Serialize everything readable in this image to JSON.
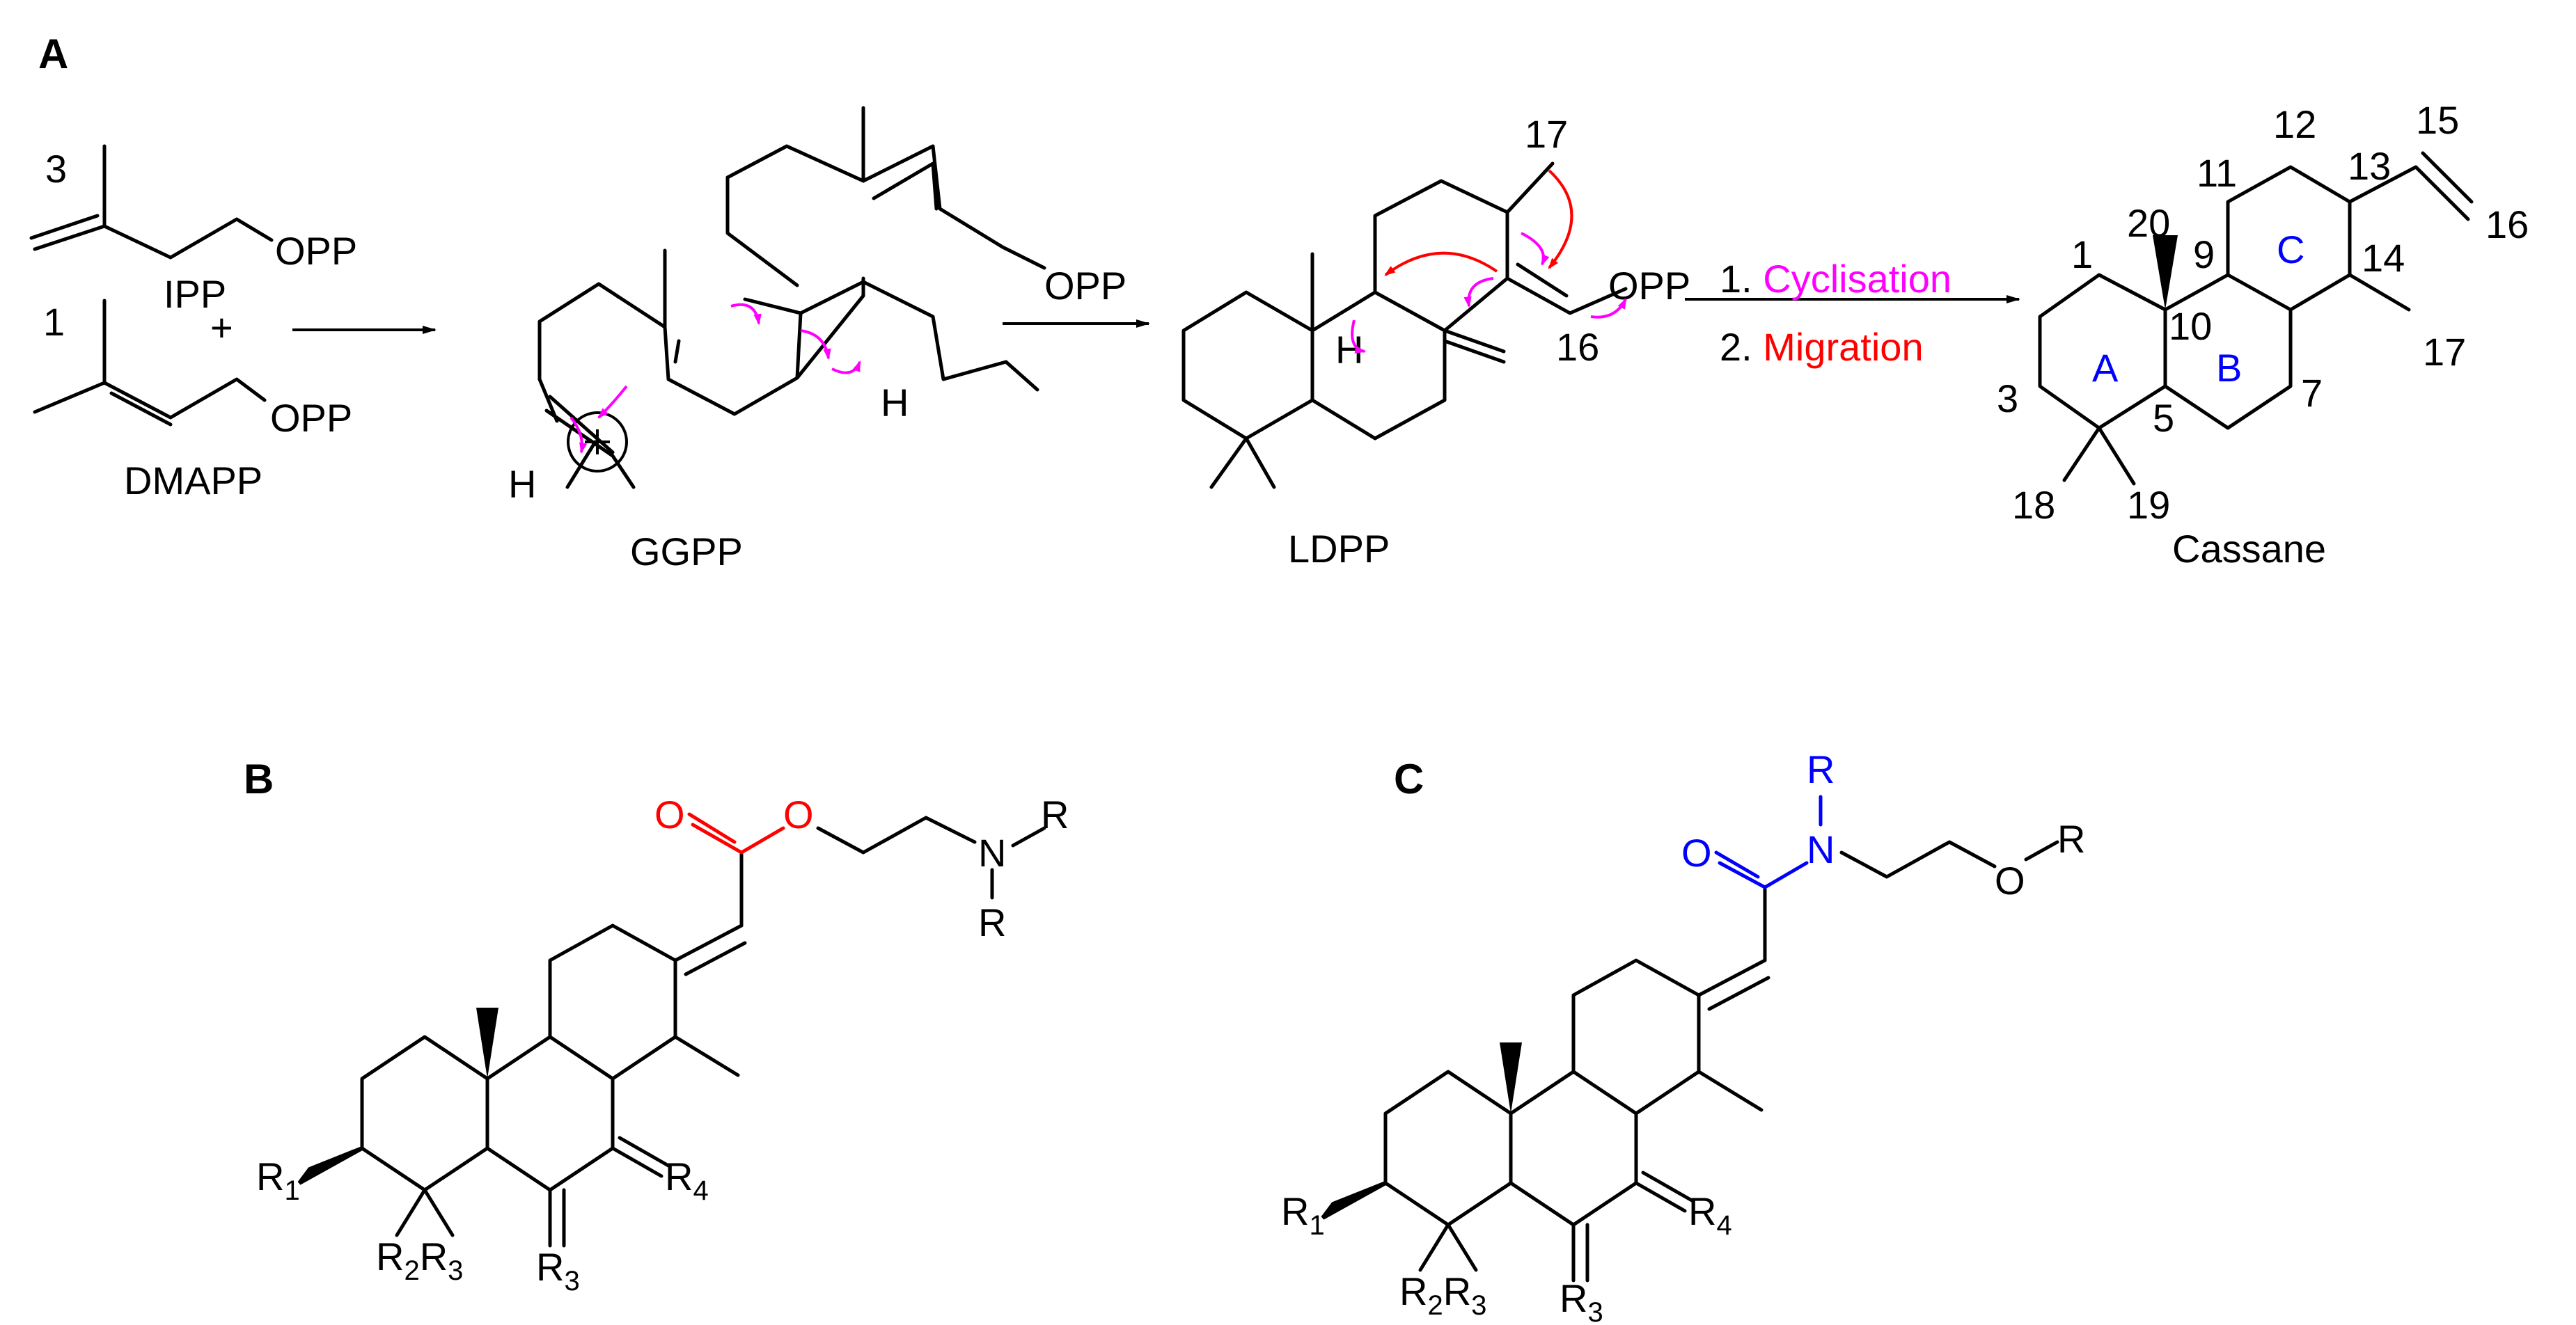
{
  "panels": {
    "a": "A",
    "b": "B",
    "c": "C"
  },
  "molecules": {
    "ipp": "IPP",
    "dmapp": "DMAPP",
    "ggpp": "GGPP",
    "ldpp": "LDPP",
    "cassane": "Cassane"
  },
  "groups": {
    "opp": "OPP",
    "h": "H",
    "plus": "+",
    "o": "O",
    "n": "N",
    "r": "R"
  },
  "substituents": {
    "r1": "R",
    "r1_sub": "1",
    "r2": "R",
    "r2_sub": "2",
    "r3": "R",
    "r3_sub": "3",
    "r4": "R",
    "r4_sub": "4"
  },
  "steps": {
    "cyclisation": "1. Cyclisation",
    "cyclisation_word": "Cyclisation",
    "cyclisation_num": "1. ",
    "migration": "2. Migration",
    "migration_word": "Migration",
    "migration_num": "2. "
  },
  "numbering": {
    "ipp_3": "3",
    "dmapp_1": "1",
    "ldpp_17": "17",
    "ldpp_16": "16",
    "c1": "1",
    "c3": "3",
    "c5": "5",
    "c7": "7",
    "c9": "9",
    "c10": "10",
    "c11": "11",
    "c12": "12",
    "c13": "13",
    "c14": "14",
    "c15": "15",
    "c16": "16",
    "c17": "17",
    "c18": "18",
    "c19": "19",
    "c20": "20"
  },
  "rings": {
    "a": "A",
    "b": "B",
    "c": "C"
  },
  "colors": {
    "cyclisation": "#ff00ff",
    "migration": "#ff0000",
    "ester": "#ff0000",
    "amide": "#0000ff",
    "ring_labels": "#0000ff"
  }
}
